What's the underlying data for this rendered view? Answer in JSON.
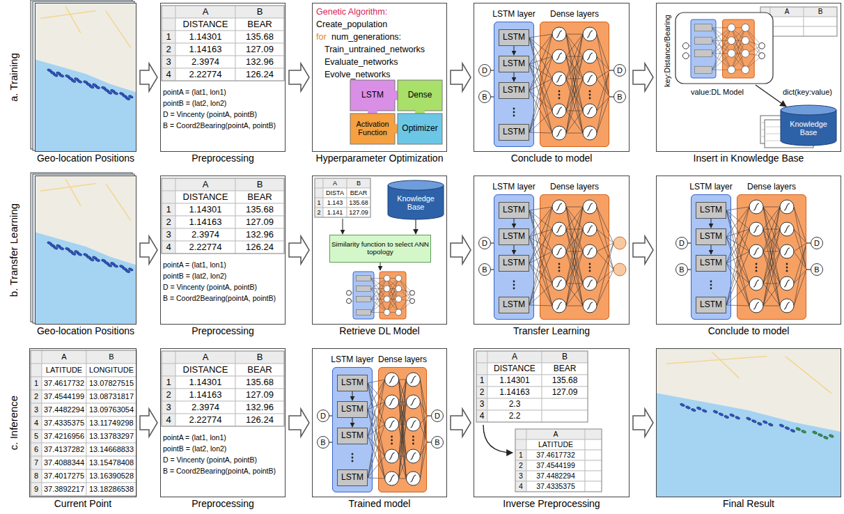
{
  "diagram": {
    "nodes": [
      {
        "text": [
          "Geo-location Positions"
        ]
      },
      {
        "text": [
          "Preprocessing"
        ]
      },
      {
        "text": [
          "Hyperparameter Optimization"
        ]
      },
      {
        "text": [
          "LSTM"
        ],
        "in": 2
      },
      {
        "text": [
          "Dense"
        ],
        "in": 2
      },
      {
        "text": [
          "Activation Function"
        ],
        "in": 2
      },
      {
        "text": [
          "Optimizer"
        ],
        "in": 2
      },
      {
        "text": [
          "Conclude to model"
        ]
      },
      {
        "text": [
          "D"
        ],
        "in": 7
      },
      {
        "text": [
          "B"
        ],
        "in": 7
      },
      {
        "text": [
          "LSTM layer"
        ],
        "in": 7
      },
      {
        "text": [
          "LSTM"
        ],
        "in": 10
      },
      {
        "text": [
          "LSTM"
        ],
        "in": 10
      },
      {
        "text": [
          "LSTM"
        ],
        "in": 10
      },
      {
        "text": [
          "LSTM"
        ],
        "in": 10
      },
      {
        "text": [
          "Dense layers"
        ],
        "in": 7
      },
      {
        "text": [
          "D"
        ],
        "in": 7
      },
      {
        "text": [
          "B"
        ],
        "in": 7
      },
      {
        "text": [
          "Insert in Knowledge Base"
        ]
      },
      {
        "text": [
          "Knowledge Base"
        ],
        "in": 18
      },
      {
        "text": [
          "Geo-location Positions"
        ]
      },
      {
        "text": [
          "Preprocessing"
        ]
      },
      {
        "text": [
          "Retrieve DL Model"
        ]
      },
      {
        "text": [
          "Knowledge Base"
        ],
        "in": 22
      },
      {
        "text": [
          "Similarity function to select ANN topology"
        ],
        "in": 22
      },
      {
        "text": [
          "Transfer Learning"
        ]
      },
      {
        "text": [
          "D"
        ],
        "in": 25
      },
      {
        "text": [
          "B"
        ],
        "in": 25
      },
      {
        "text": [
          "LSTM layer"
        ],
        "in": 25
      },
      {
        "text": [
          "LSTM"
        ],
        "in": 28
      },
      {
        "text": [
          "LSTM"
        ],
        "in": 28
      },
      {
        "text": [
          "LSTM"
        ],
        "in": 28
      },
      {
        "text": [
          "LSTM"
        ],
        "in": 28
      },
      {
        "text": [
          "Dense layers"
        ],
        "in": 25
      },
      {
        "text": [
          "Conclude to model"
        ]
      },
      {
        "text": [
          "D"
        ],
        "in": 34
      },
      {
        "text": [
          "B"
        ],
        "in": 34
      },
      {
        "text": [
          "LSTM layer"
        ],
        "in": 34
      },
      {
        "text": [
          "LSTM"
        ],
        "in": 37
      },
      {
        "text": [
          "LSTM"
        ],
        "in": 37
      },
      {
        "text": [
          "LSTM"
        ],
        "in": 37
      },
      {
        "text": [
          "LSTM"
        ],
        "in": 37
      },
      {
        "text": [
          "Dense layers"
        ],
        "in": 34
      },
      {
        "text": [
          "D"
        ],
        "in": 34
      },
      {
        "text": [
          "B"
        ],
        "in": 34
      },
      {
        "text": [
          "Current Point"
        ]
      },
      {
        "text": [
          "Preprocessing"
        ]
      },
      {
        "text": [
          "Trained model"
        ]
      },
      {
        "text": [
          "D"
        ],
        "in": 47
      },
      {
        "text": [
          "B"
        ],
        "in": 47
      },
      {
        "text": [
          "LSTM layer"
        ],
        "in": 47
      },
      {
        "text": [
          "LSTM"
        ],
        "in": 50
      },
      {
        "text": [
          "LSTM"
        ],
        "in": 50
      },
      {
        "text": [
          "LSTM"
        ],
        "in": 50
      },
      {
        "text": [
          "LSTM"
        ],
        "in": 50
      },
      {
        "text": [
          "Dense layers"
        ],
        "in": 47
      },
      {
        "text": [
          "D"
        ],
        "in": 47
      },
      {
        "text": [
          "B"
        ],
        "in": 47
      },
      {
        "text": [
          "Inverse Preprocessing"
        ]
      },
      {
        "text": [
          "Final Result"
        ]
      }
    ],
    "edges": [
      {
        "from": 0,
        "to": 1,
        "arrow": "to"
      },
      {
        "from": 1,
        "to": 2,
        "arrow": "to"
      },
      {
        "from": 2,
        "to": 7,
        "arrow": "to"
      },
      {
        "from": 7,
        "to": 18,
        "arrow": "to"
      },
      {
        "from": 20,
        "to": 21,
        "arrow": "to"
      },
      {
        "from": 21,
        "to": 22,
        "arrow": "to"
      },
      {
        "from": 22,
        "to": 25,
        "arrow": "to"
      },
      {
        "from": 25,
        "to": 34,
        "arrow": "to"
      },
      {
        "from": 45,
        "to": 46,
        "arrow": "to"
      },
      {
        "from": 46,
        "to": 47,
        "arrow": "to"
      },
      {
        "from": 47,
        "to": 58,
        "arrow": "to"
      },
      {
        "from": 58,
        "to": 59,
        "arrow": "to"
      },
      {
        "from": 23,
        "to": 24,
        "arrow": "to"
      },
      {
        "from": 8,
        "to": 10,
        "arrow": "none"
      },
      {
        "from": 9,
        "to": 10,
        "arrow": "none"
      },
      {
        "from": 15,
        "to": 16,
        "arrow": "none"
      },
      {
        "from": 15,
        "to": 17,
        "arrow": "none"
      },
      {
        "from": 26,
        "to": 28,
        "arrow": "none"
      },
      {
        "from": 27,
        "to": 28,
        "arrow": "none"
      },
      {
        "from": 35,
        "to": 37,
        "arrow": "none"
      },
      {
        "from": 36,
        "to": 37,
        "arrow": "none"
      },
      {
        "from": 42,
        "to": 43,
        "arrow": "none"
      },
      {
        "from": 42,
        "to": 44,
        "arrow": "none"
      },
      {
        "from": 48,
        "to": 50,
        "arrow": "none"
      },
      {
        "from": 49,
        "to": 50,
        "arrow": "none"
      },
      {
        "from": 55,
        "to": 56,
        "arrow": "none"
      },
      {
        "from": 55,
        "to": 57,
        "arrow": "none"
      }
    ],
    "labels": [
      "a. Training",
      "A",
      "B",
      "DISTANCE",
      "BEAR",
      "1",
      "1.14301",
      "135.68",
      "2",
      "1.14163",
      "127.09",
      "3",
      "2.3974",
      "132.96",
      "4",
      "2.22774",
      "126.24",
      "pointA = (lat1, lon1)",
      "pointB = (lat2, lon2)",
      "D = Vincenty (pointA, pointB)",
      "B = Coord2Bearing(pointA, pointB)",
      "Genetic Algorithm:",
      "Create_population",
      "for",
      "num_generations:",
      "Train_untrained_networks",
      "Evaluate_networks",
      "Evolve_networks",
      "A",
      "B",
      "key:Distance/Bearing",
      "value:DL Model",
      "dict(key:value)",
      "b. Transfer Learning",
      "A",
      "B",
      "DISTANCE",
      "BEAR",
      "1",
      "1.14301",
      "135.68",
      "2",
      "1.14163",
      "127.09",
      "3",
      "2.3974",
      "132.96",
      "4",
      "2.22774",
      "126.24",
      "pointA = (lat1, lon1)",
      "pointB = (lat2, lon2)",
      "D = Vincenty (pointA, pointB)",
      "B = Coord2Bearing(pointA, pointB)",
      "A",
      "B",
      "DISTA",
      "BEAR",
      "1",
      "1.143",
      "135.68",
      "2",
      "1.141",
      "127.09",
      "c. Inference",
      "A",
      "B",
      "LATITUDE",
      "LONGITUDE",
      "1",
      "37.4617732",
      "13.07827515",
      "2",
      "37.4544199",
      "13.08731817",
      "3",
      "37.4482294",
      "13.09763054",
      "4",
      "37.4335375",
      "13.11749298",
      "5",
      "37.4216956",
      "13.13783297",
      "6",
      "37.4137282",
      "13.14668833",
      "7",
      "37.4088344",
      "13.15478408",
      "8",
      "37.4017275",
      "13.16390528",
      "9",
      "37.3892217",
      "13.18286538",
      "A",
      "B",
      "DISTANCE",
      "BEAR",
      "1",
      "1.14301",
      "135.68",
      "2",
      "1.14163",
      "127.09",
      "3",
      "2.3974",
      "132.96",
      "4",
      "2.22774",
      "126.24",
      "pointA = (lat1, lon1)",
      "pointB = (lat2, lon2)",
      "D = Vincenty (pointA, pointB)",
      "B = Coord2Bearing(pointA, pointB)",
      "A",
      "B",
      "DISTANCE",
      "BEAR",
      "1",
      "1.14301",
      "135.68",
      "2",
      "1.14163",
      "127.09",
      "3",
      "2.3",
      "4",
      "2.2",
      "A",
      "LATITUDE",
      "1",
      "37.4617732",
      "2",
      "37.4544199",
      "3",
      "37.4482294",
      "4",
      "37.4335375"
    ]
  }
}
